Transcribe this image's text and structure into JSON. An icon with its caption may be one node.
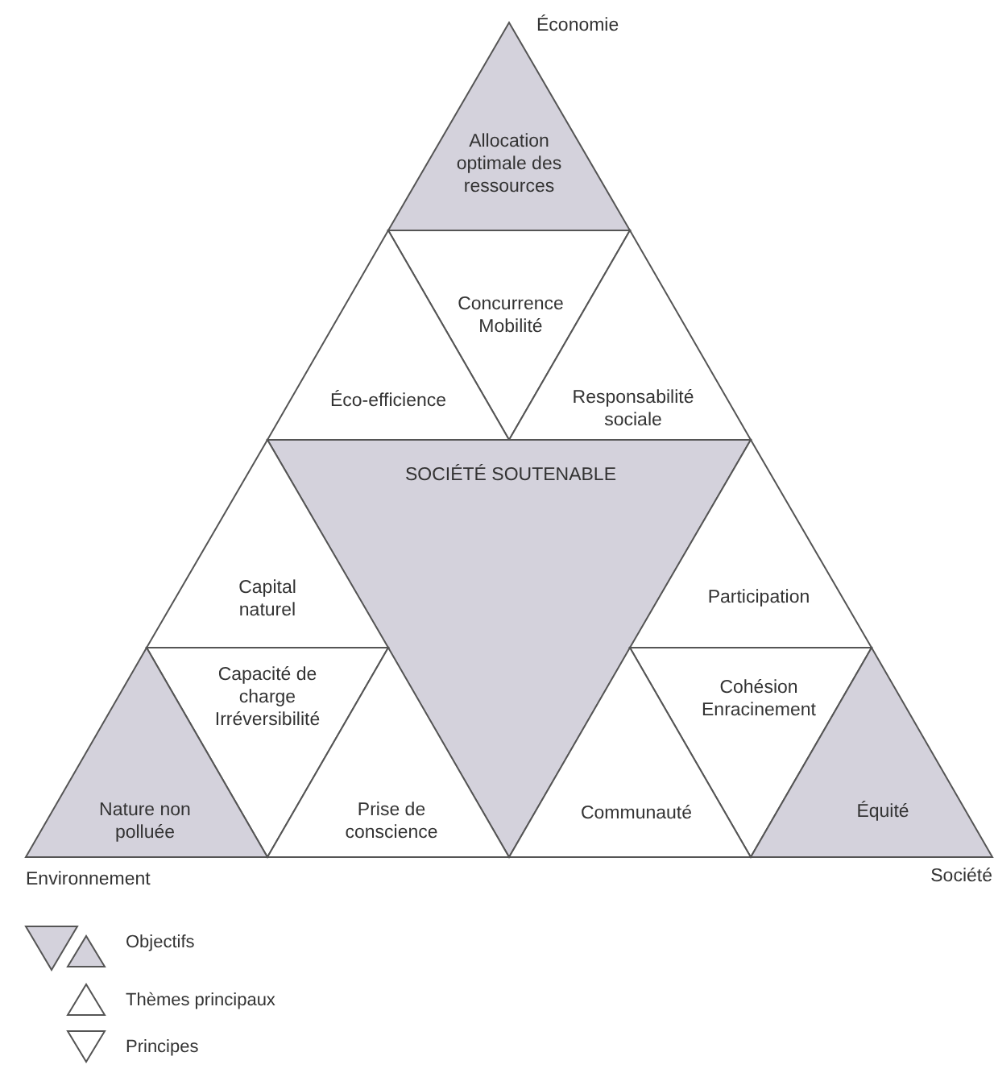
{
  "diagram": {
    "nodes": [
      {
        "text": [
          "Allocation optimale des ressources"
        ]
      },
      {
        "text": [
          "Concurrence Mobilité"
        ]
      },
      {
        "text": [
          "Éco-efficience"
        ]
      },
      {
        "text": [
          "Responsabilité sociale"
        ]
      },
      {
        "text": [
          "SOCIÉTÉ SOUTENABLE"
        ]
      },
      {
        "text": [
          "Capital naturel"
        ]
      },
      {
        "text": [
          "Participation"
        ]
      },
      {
        "text": [
          "Capacité de charge Irréversibilité"
        ]
      },
      {
        "text": [
          "Cohésion Enracinement"
        ]
      },
      {
        "text": [
          "Nature non polluée"
        ]
      },
      {
        "text": [
          "Prise de conscience"
        ]
      },
      {
        "text": [
          "Communauté"
        ]
      },
      {
        "text": [
          "Équité"
        ]
      }
    ],
    "edges": [],
    "labels": [
      "Économie",
      "Environnement",
      "Société"
    ],
    "legend": [
      {
        "text": "Objectifs"
      },
      {
        "text": "Thèmes principaux"
      },
      {
        "text": "Principes"
      }
    ]
  }
}
